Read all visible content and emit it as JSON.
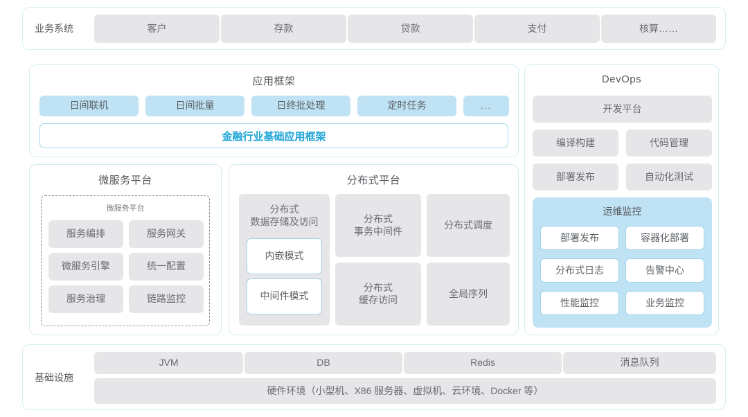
{
  "business_row": {
    "label": "业务系统",
    "items": [
      "客户",
      "存款",
      "贷款",
      "支付",
      "核算……"
    ]
  },
  "app_framework": {
    "title": "应用框架",
    "chips": [
      "日间联机",
      "日间批量",
      "日终批处理",
      "定时任务",
      "..."
    ],
    "framework_bar": "金融行业基础应用框架"
  },
  "microservice": {
    "title": "微服务平台",
    "inner_title": "微服务平台",
    "items": [
      "服务编排",
      "服务网关",
      "微服务引擎",
      "统一配置",
      "服务治理",
      "链路监控"
    ]
  },
  "distributed": {
    "title": "分布式平台",
    "storage": {
      "label": "分布式\n数据存储及访问",
      "label_line1": "分布式",
      "label_line2": "数据存储及访问",
      "modes": [
        "内嵌模式",
        "中间件模式"
      ]
    },
    "cells": [
      {
        "line1": "分布式",
        "line2": "事务中间件"
      },
      {
        "line1": "分布式调度",
        "line2": ""
      },
      {
        "line1": "分布式",
        "line2": "缓存访问"
      },
      {
        "line1": "全局序列",
        "line2": ""
      }
    ]
  },
  "devops": {
    "title": "DevOps",
    "platform": "开发平台",
    "items": [
      "编译构建",
      "代码管理",
      "部署发布",
      "自动化测试"
    ],
    "monitoring": {
      "title": "运维监控",
      "items": [
        "部署发布",
        "容器化部署",
        "分布式日志",
        "告警中心",
        "性能监控",
        "业务监控"
      ]
    }
  },
  "infrastructure": {
    "label": "基础设施",
    "items": [
      "JVM",
      "DB",
      "Redis",
      "消息队列"
    ],
    "hardware": "硬件环境（小型机、X86 服务器、虚拟机、云环境、Docker 等）"
  },
  "colors": {
    "accent": "#2aa9d8",
    "chip_gray": "#e6e6e8",
    "chip_blue": "#bfe3f4",
    "panel_border": "#d4ecf4"
  }
}
